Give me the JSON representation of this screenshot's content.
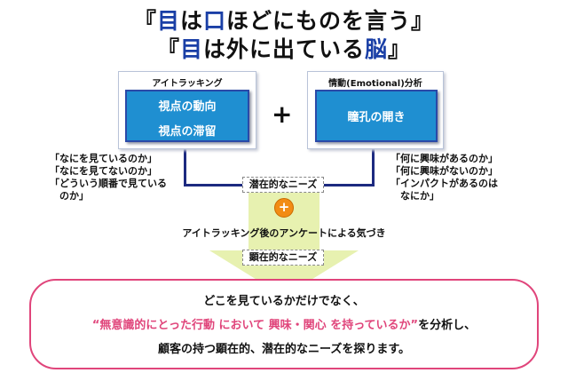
{
  "title": {
    "line1": {
      "open": "『",
      "k1": "目",
      "t1": "は",
      "k2": "口",
      "t2": "ほどにものを言う",
      "close": "』"
    },
    "line2": {
      "open": "『",
      "k1": "目",
      "t1": "は外に出ている",
      "k2": "脳",
      "close": "』"
    }
  },
  "left_frame": {
    "label": "アイトラッキング",
    "item1": "視点の動向",
    "item2": "視点の滞留"
  },
  "plus_sign": "+",
  "right_frame": {
    "label": "情動(Emotional)分析",
    "item1": "瞳孔の開き"
  },
  "left_quotes": [
    "「なにを見ているのか」",
    "「なにを見てないのか」",
    "「どういう順番で見ている",
    "　のか」"
  ],
  "right_quotes": [
    "「何に興味があるのか」",
    "「何に興味がないのか」",
    "「インパクトがあるのは",
    "　なにか」"
  ],
  "latent_needs_label": "潜在的なニーズ",
  "orange_plus": "+",
  "survey_text": "アイトラッキング後のアンケートによる気づき",
  "manifest_needs_label": "顕在的なニーズ",
  "bottom": {
    "line1": "どこを見ているかだけでなく、",
    "line2_pink": "“無意識的にとった行動 において 興味・関心 を持っているか”",
    "line2_rest": "を分析し、",
    "line3": "顧客の持つ顕在的、潜在的なニーズを探ります。"
  },
  "colors": {
    "title_blue": "#1a3fa6",
    "panel_blue": "#1f8fd1",
    "connector_navy": "#1d2a80",
    "orange": "#f28c14",
    "pink": "#e0457b",
    "arrow_green": "#e7f1b0"
  }
}
